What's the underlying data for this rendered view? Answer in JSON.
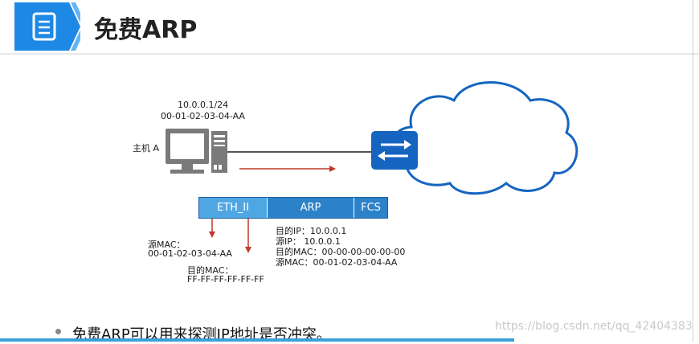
{
  "header": {
    "title": "免费ARP"
  },
  "host": {
    "ip_prefix": "10.0.0.1/24",
    "mac": "00-01-02-03-04-AA",
    "label": "主机 A"
  },
  "frame": {
    "eth": "ETH_II",
    "arp": "ARP",
    "fcs": "FCS"
  },
  "eth_src": {
    "label": "源MAC：",
    "value": "00-01-02-03-04-AA"
  },
  "eth_dst": {
    "label": "目的MAC：",
    "value": "FF-FF-FF-FF-FF-FF"
  },
  "arp_fields": {
    "dst_ip": "目的IP：10.0.0.1",
    "src_ip": "源IP： 10.0.0.1",
    "dst_mac": "目的MAC：00-00-00-00-00-00",
    "src_mac": "源MAC：00-01-02-03-04-AA"
  },
  "bullet": "免费ARP可以用来探测IP地址是否冲突。",
  "watermark": "https://blog.csdn.net/qq_42404383",
  "colors": {
    "accent_blue": "#2c82c9",
    "arrow_red": "#c0392b",
    "switch_blue": "#1565c0"
  }
}
